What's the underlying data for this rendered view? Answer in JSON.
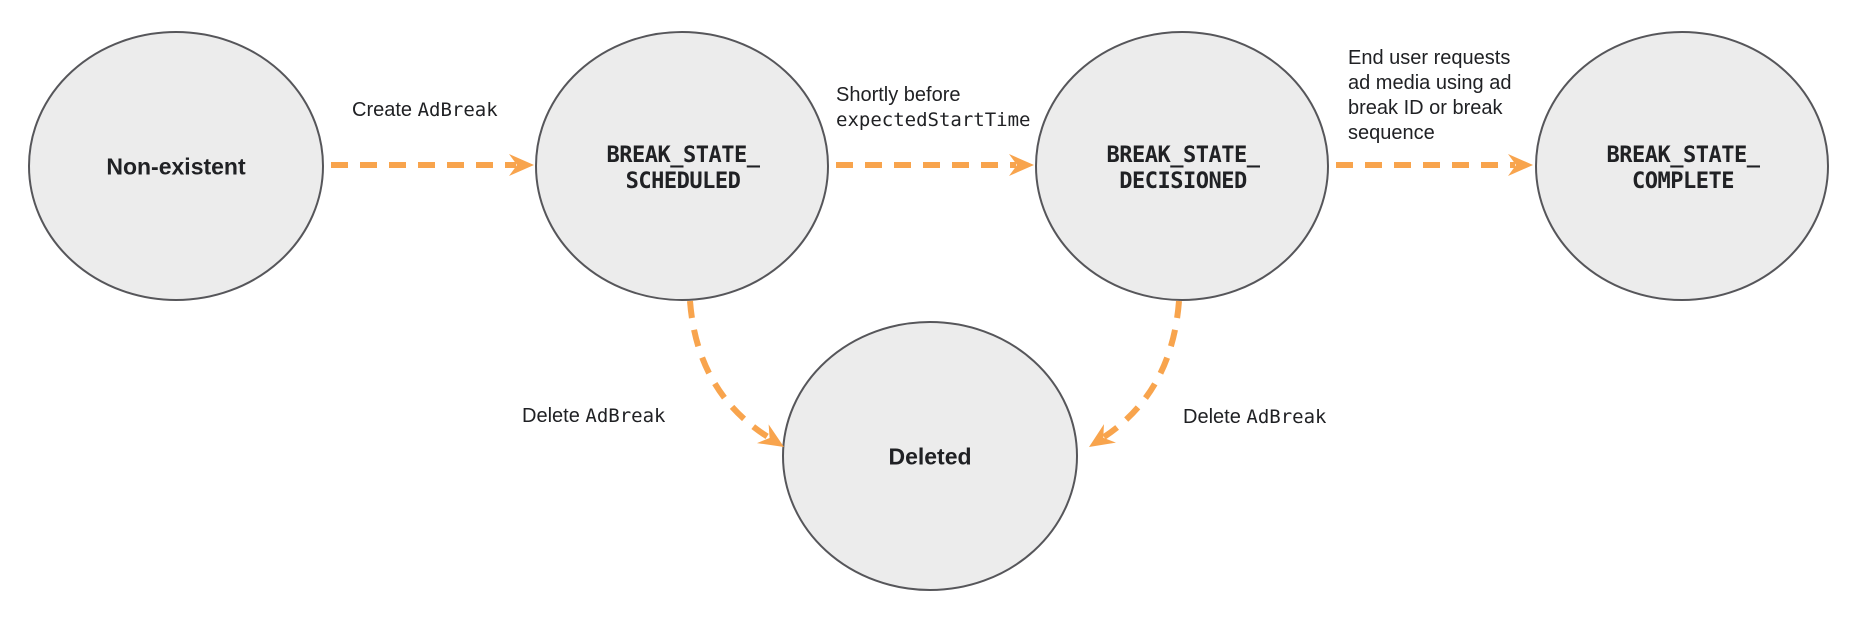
{
  "states": [
    {
      "id": "non-existent",
      "label": "Non-existent"
    },
    {
      "id": "break-state-scheduled",
      "label_lines": [
        "BREAK_STATE_",
        "SCHEDULED"
      ]
    },
    {
      "id": "break-state-decisioned",
      "label_lines": [
        "BREAK_STATE_",
        "DECISIONED"
      ]
    },
    {
      "id": "break-state-complete",
      "label_lines": [
        "BREAK_STATE_",
        "COMPLETE"
      ]
    },
    {
      "id": "deleted",
      "label": "Deleted"
    }
  ],
  "transitions": [
    {
      "from": "Non-existent",
      "to": "BREAK_STATE_SCHEDULED",
      "label_plain": "Create ",
      "label_code": "AdBreak"
    },
    {
      "from": "BREAK_STATE_SCHEDULED",
      "to": "BREAK_STATE_DECISIONED",
      "label_plain": "Shortly before",
      "label_code": "expectedStartTime"
    },
    {
      "from": "BREAK_STATE_DECISIONED",
      "to": "BREAK_STATE_COMPLETE",
      "label_lines": [
        "End user requests",
        "ad media using ad",
        "break ID or break",
        "sequence"
      ]
    },
    {
      "from": "BREAK_STATE_SCHEDULED",
      "to": "Deleted",
      "label_plain": "Delete ",
      "label_code": "AdBreak"
    },
    {
      "from": "BREAK_STATE_DECISIONED",
      "to": "Deleted",
      "label_plain": "Delete ",
      "label_code": "AdBreak"
    }
  ],
  "colors": {
    "arrow": "#F8A44D",
    "state_fill": "#ececec",
    "state_stroke": "#56565a",
    "text": "#202124",
    "background": "#ffffff"
  }
}
